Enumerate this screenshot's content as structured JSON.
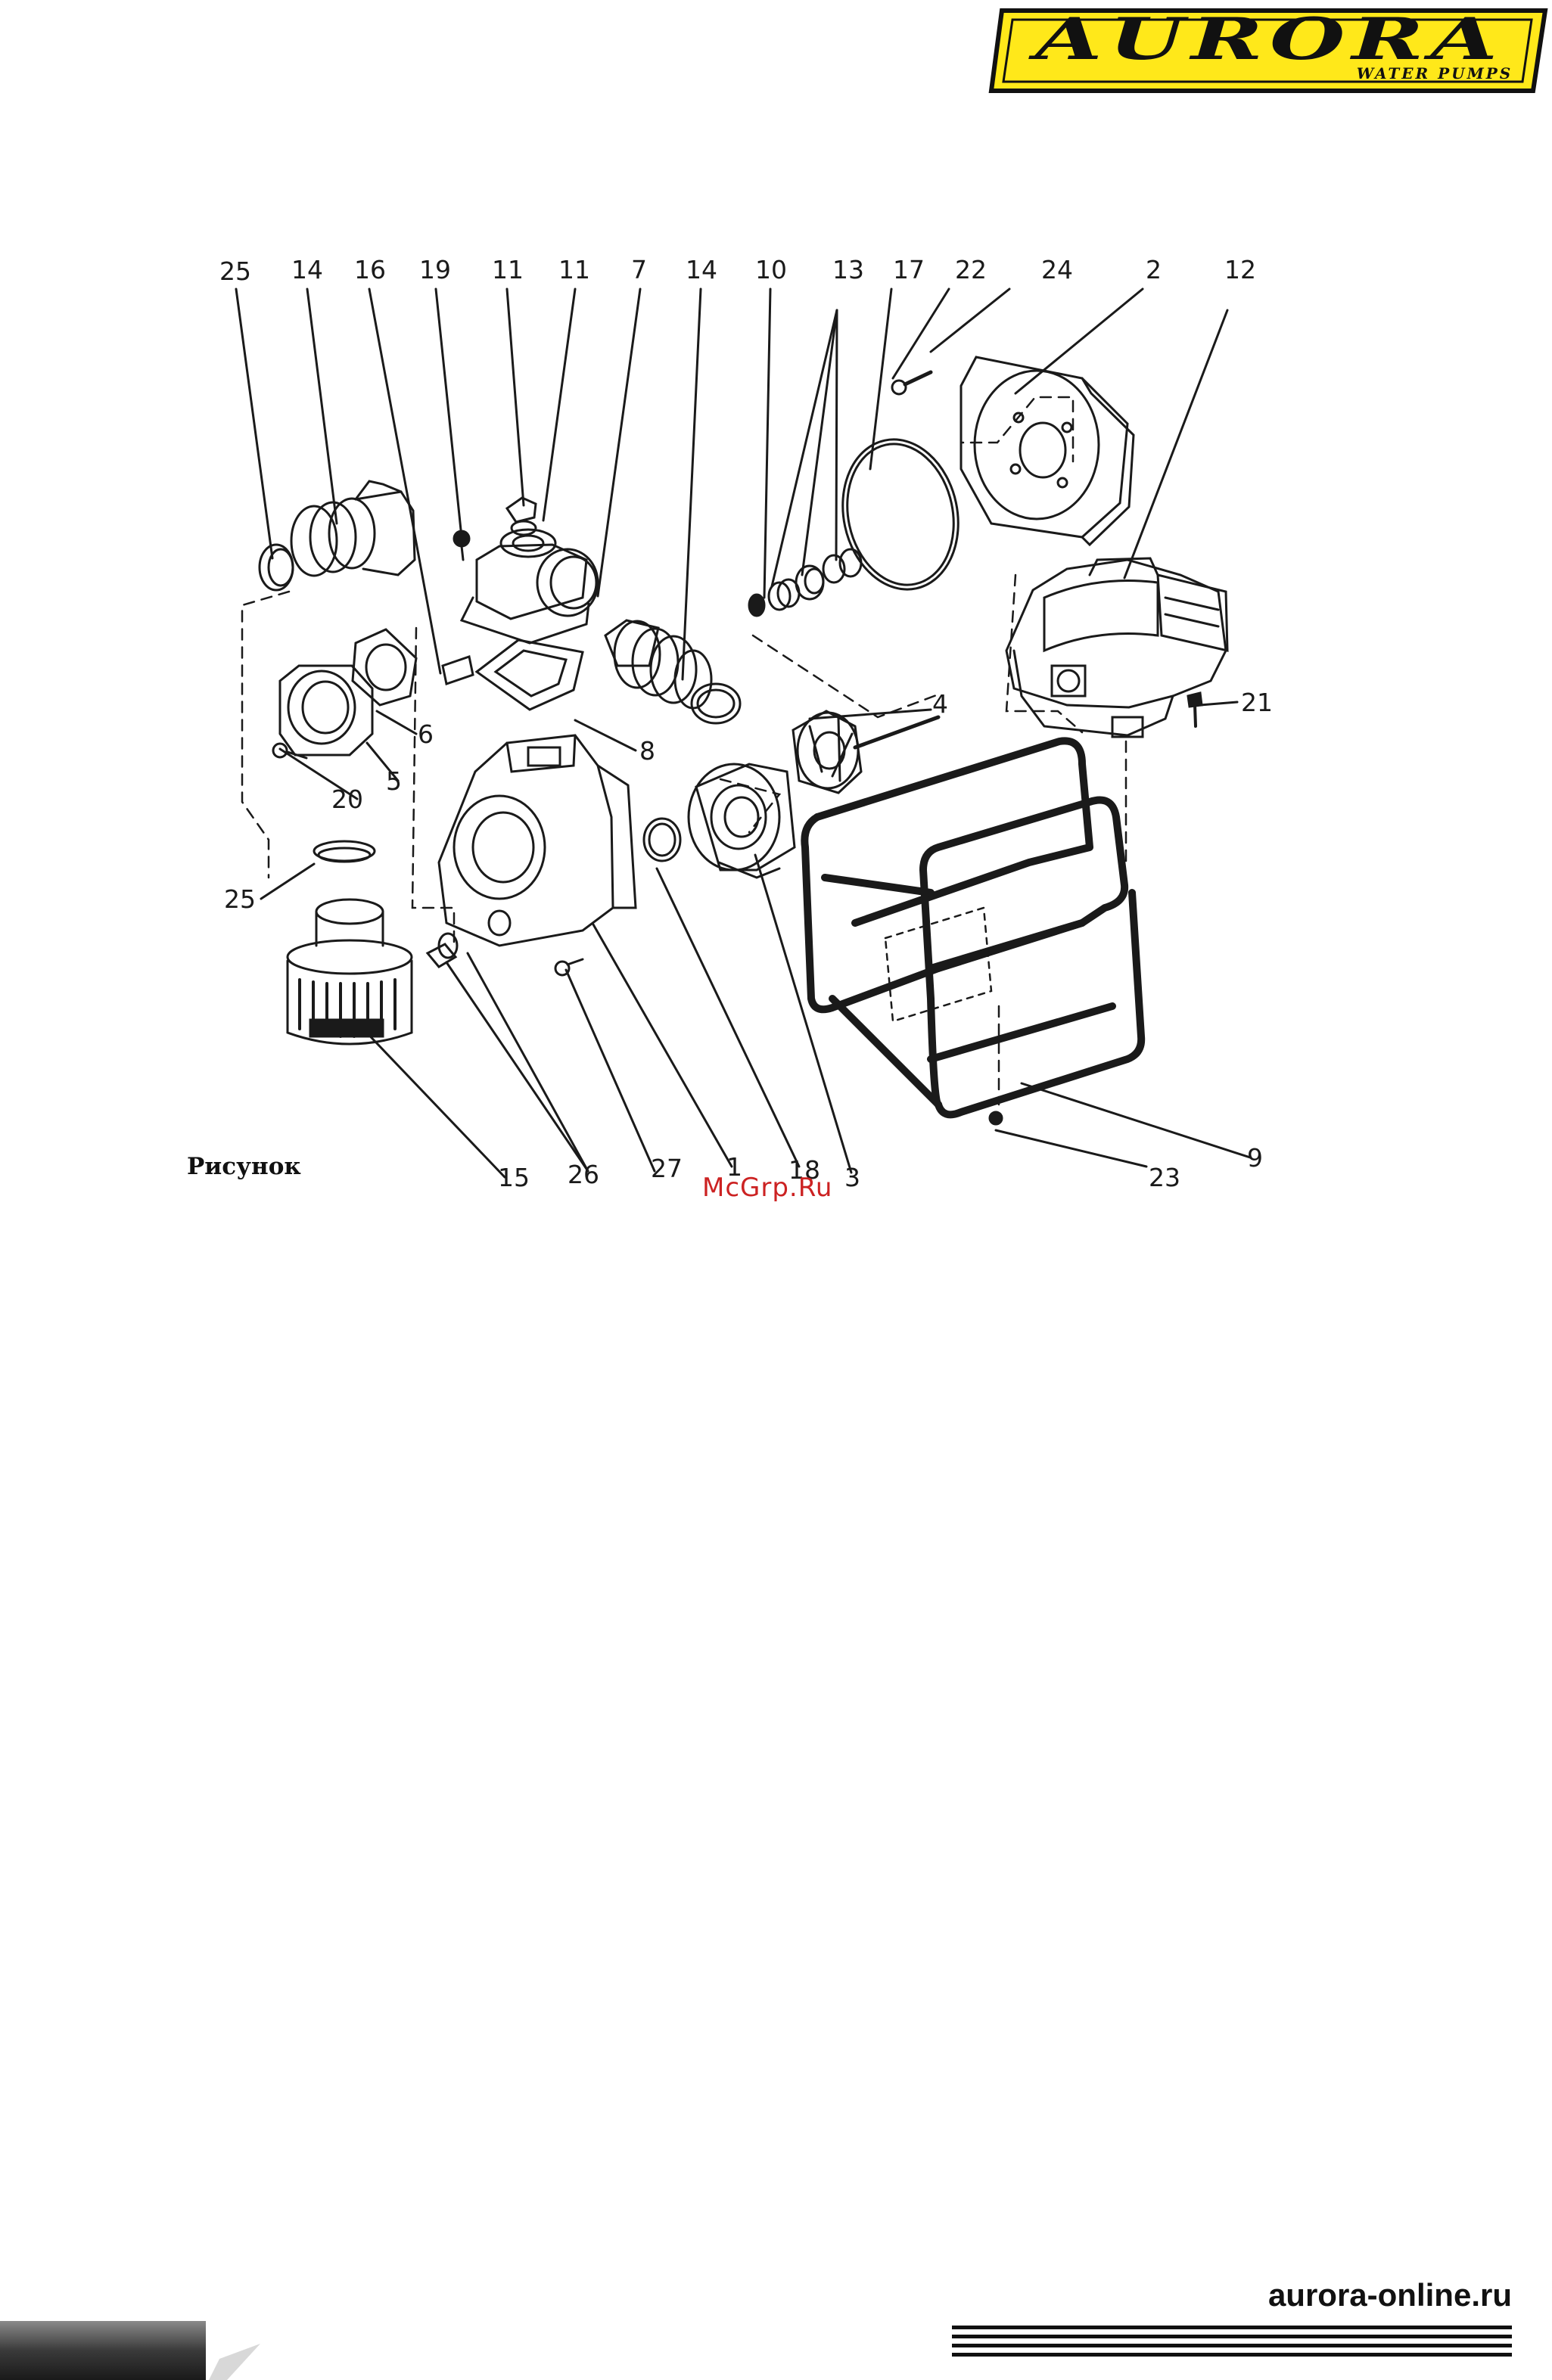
{
  "header": {
    "logo": {
      "brand": "AURORA",
      "tagline": "WATER PUMPS",
      "color_yellow": "#ffe81a",
      "color_black": "#111111"
    }
  },
  "diagram": {
    "callouts": [
      "25",
      "14",
      "16",
      "19",
      "11",
      "11",
      "7",
      "14",
      "10",
      "13",
      "17",
      "22",
      "24",
      "2",
      "12",
      "4",
      "21",
      "8",
      "6",
      "5",
      "20",
      "25",
      "15",
      "26",
      "27",
      "1",
      "18",
      "3",
      "23",
      "9"
    ],
    "caption": "Рисунок"
  },
  "watermark": "McGrp.Ru",
  "footer": {
    "site": "aurora-online.ru",
    "bar_color": "#333333"
  }
}
